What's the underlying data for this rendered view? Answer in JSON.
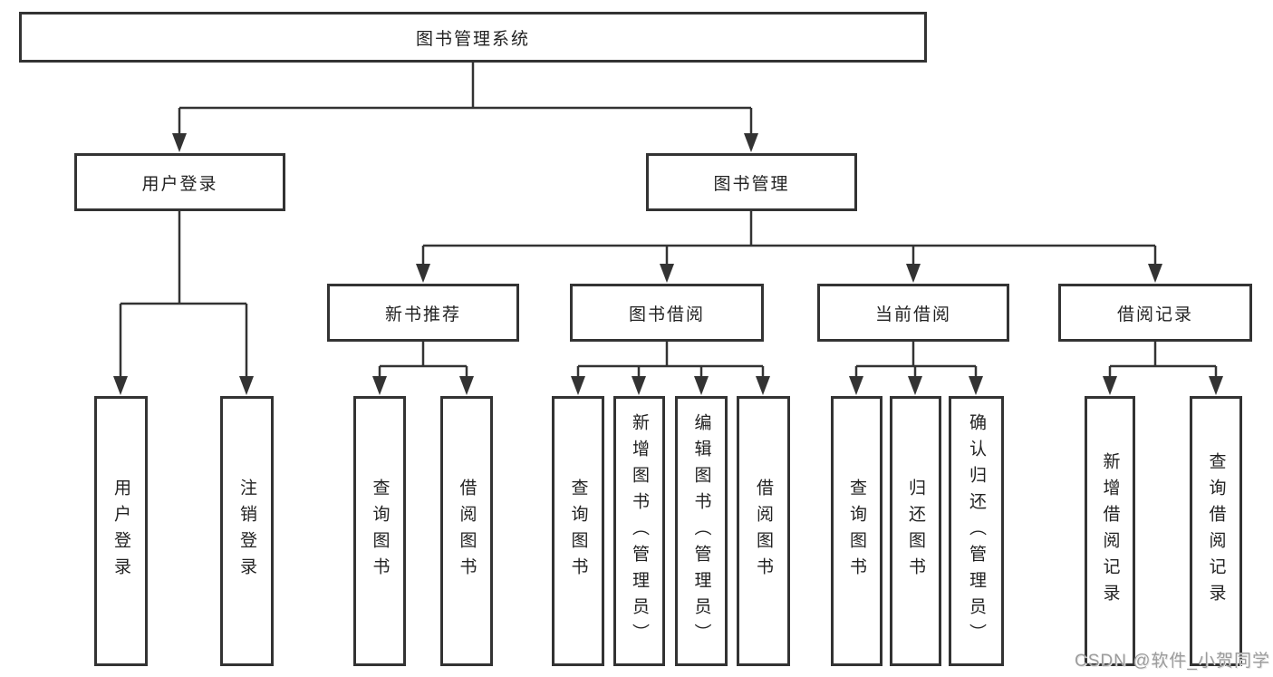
{
  "diagram": {
    "root": {
      "label": "图书管理系统"
    },
    "modules": [
      {
        "label": "用户登录",
        "children": [
          {
            "label": "用户登录"
          },
          {
            "label": "注销登录"
          }
        ]
      },
      {
        "label": "图书管理",
        "children": [
          {
            "label": "新书推荐",
            "children": [
              {
                "label": "查询图书"
              },
              {
                "label": "借阅图书"
              }
            ]
          },
          {
            "label": "图书借阅",
            "children": [
              {
                "label": "查询图书"
              },
              {
                "label": "新增图书（管理员）"
              },
              {
                "label": "编辑图书（管理员）"
              },
              {
                "label": "借阅图书"
              }
            ]
          },
          {
            "label": "当前借阅",
            "children": [
              {
                "label": "查询图书"
              },
              {
                "label": "归还图书"
              },
              {
                "label": "确认归还（管理员）"
              }
            ]
          },
          {
            "label": "借阅记录",
            "children": [
              {
                "label": "新增借阅记录"
              },
              {
                "label": "查询借阅记录"
              }
            ]
          }
        ]
      }
    ]
  },
  "watermark": {
    "text": "CSDN @软件_小贺同学"
  },
  "colors": {
    "line": "#333333",
    "border": "#333333",
    "text": "#222222",
    "background": "#ffffff",
    "watermark": "#9c9c9c"
  }
}
